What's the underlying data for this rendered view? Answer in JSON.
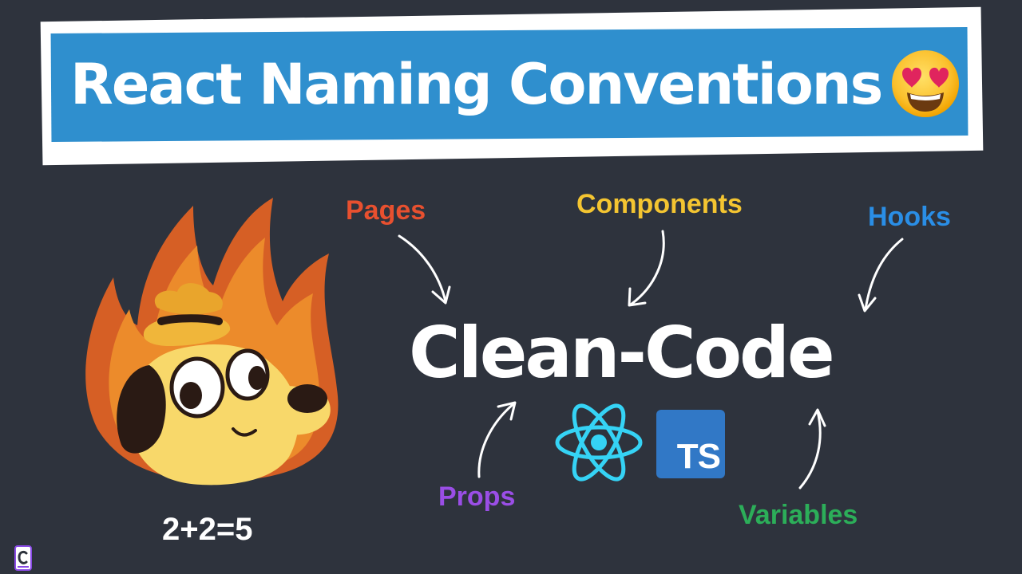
{
  "title": "React Naming Conventions",
  "headline": "Clean-Code",
  "labels": {
    "pages": "Pages",
    "components": "Components",
    "hooks": "Hooks",
    "props": "Props",
    "variables": "Variables"
  },
  "equation": "2+2=5",
  "badges": {
    "typescript": "TS"
  },
  "icons": [
    "heart-eyes-emoji",
    "fire-dog-illustration",
    "react-atom-logo",
    "typescript-badge",
    "channel-logo"
  ],
  "colors": {
    "background": "#2e333d",
    "banner": "#2f8fce",
    "pages": "#e8502f",
    "components": "#f4c531",
    "hooks": "#2a8ee6",
    "props": "#9a4ee6",
    "variables": "#2cae59",
    "react": "#35d3f5",
    "typescript": "#3178c6"
  }
}
